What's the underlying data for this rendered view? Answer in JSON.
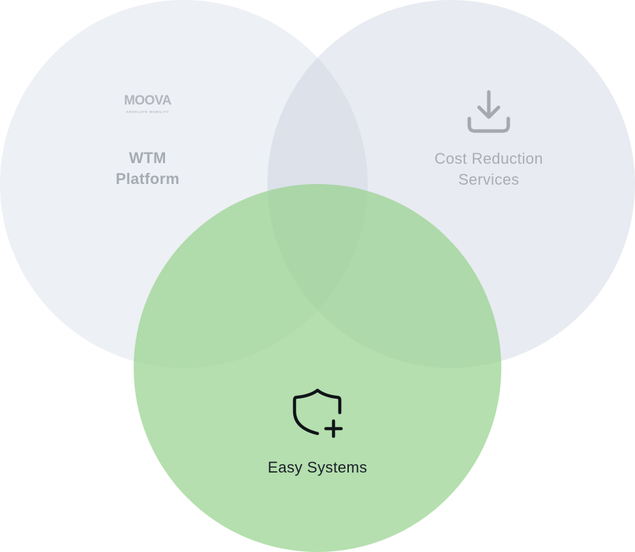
{
  "circles": [
    {
      "id": "wtm",
      "label": "WTM\nPlatform",
      "logo_text": "MOOVA",
      "logo_tagline": "ABSOLUTE MOBILITY",
      "icon": "moova-logo",
      "color": "#e9edf3"
    },
    {
      "id": "cost",
      "label": "Cost Reduction\nServices",
      "icon": "download-icon",
      "color": "#e6e9ee"
    },
    {
      "id": "easy",
      "label": "Easy Systems",
      "icon": "shield-plus-icon",
      "color": "#b5deb2"
    }
  ]
}
